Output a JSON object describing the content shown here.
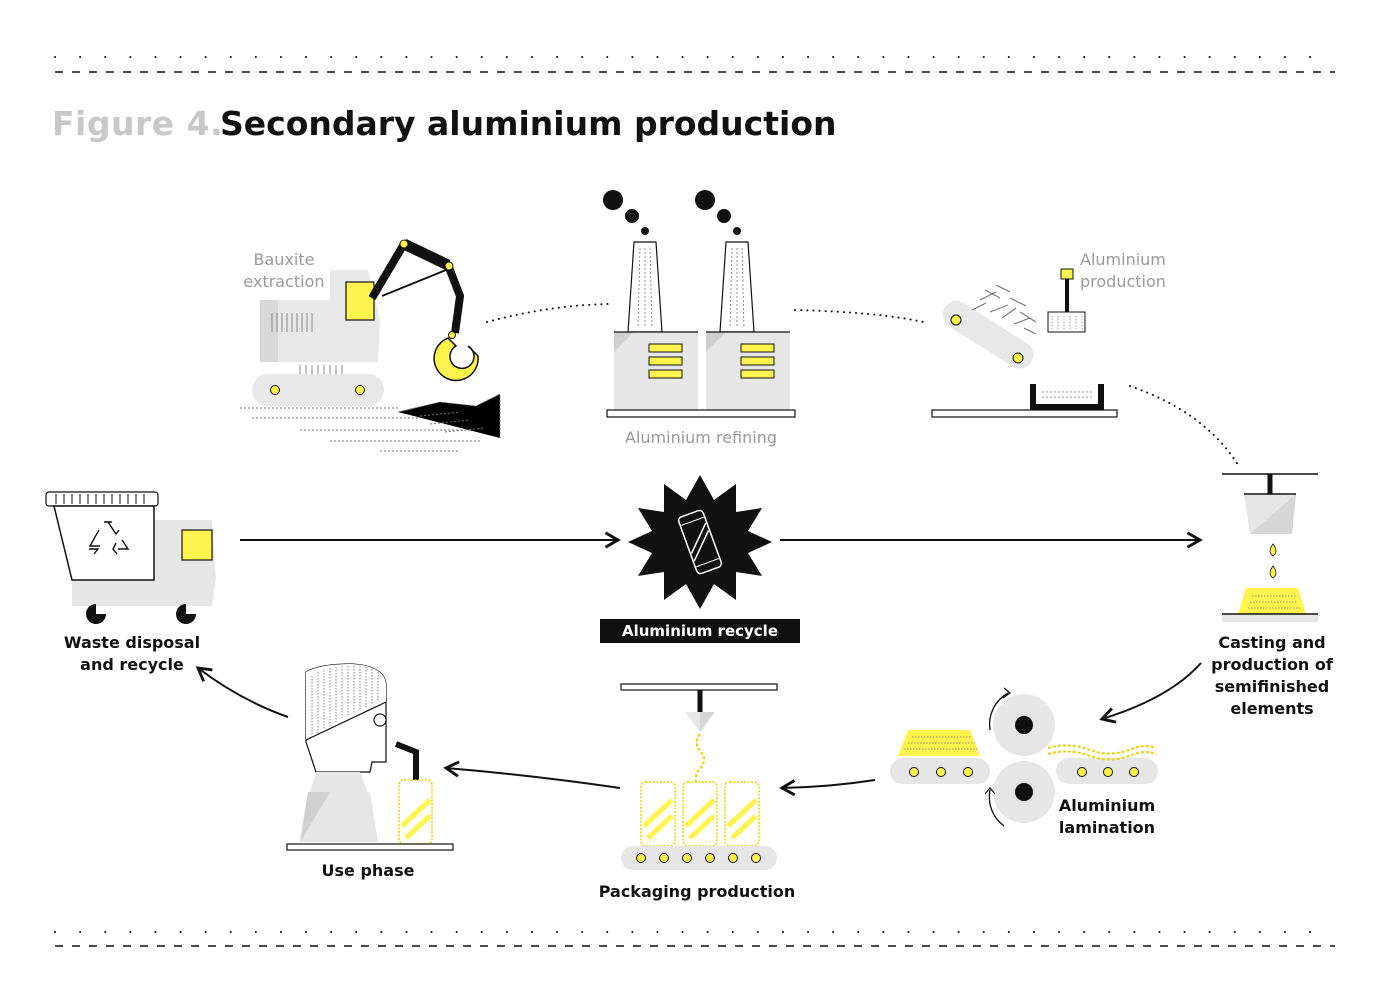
{
  "figure": {
    "number": "Figure 4.",
    "title": "Secondary aluminium production"
  },
  "stages": {
    "bauxite_extraction": "Bauxite extraction",
    "aluminium_refining": "Aluminium refining",
    "aluminium_production": "Aluminium production",
    "casting": "Casting and production of semifinished elements",
    "lamination": "Aluminium lamination",
    "packaging": "Packaging production",
    "use_phase": "Use phase",
    "waste": "Waste disposal and recycle",
    "recycle": "Aluminium recycle"
  },
  "colors": {
    "accent": "#fff34d",
    "ink": "#111111",
    "grey": "#e6e6e6",
    "light_text": "#9a9a9a"
  }
}
